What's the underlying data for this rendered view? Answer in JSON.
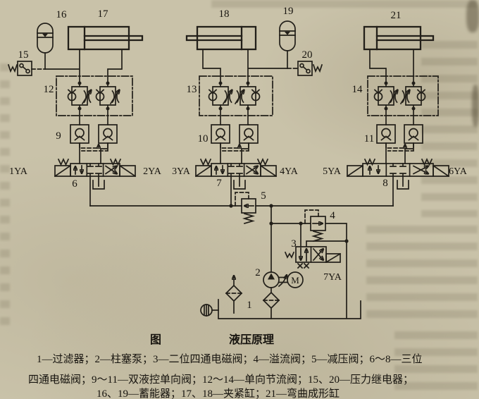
{
  "colors": {
    "paper": "#c9c2a9",
    "ink": "#221f19"
  },
  "figure": {
    "fig_word": "图",
    "title": "液压原理",
    "legend_lines": [
      "1—过滤器；2—柱塞泵；3—二位四通电磁阀；4—溢流阀；5—减压阀；6～8—三位",
      "四通电磁阀；9～11—双液控单向阀；12～14—单向节流阀；15、20—压力继电器；",
      "16、19—蓄能器；17、18—夹紧缸；21—弯曲成形缸"
    ]
  },
  "component_labels": {
    "c1": "1",
    "c2": "2",
    "c3": "3",
    "c4": "4",
    "c5": "5",
    "c6": "6",
    "c7": "7",
    "c8": "8",
    "c9": "9",
    "c10": "10",
    "c11": "11",
    "c12": "12",
    "c13": "13",
    "c14": "14",
    "c15": "15",
    "c16": "16",
    "c17": "17",
    "c18": "18",
    "c19": "19",
    "c20": "20",
    "c21": "21"
  },
  "solenoid_labels": {
    "ya1": "1YA",
    "ya2": "2YA",
    "ya3": "3YA",
    "ya4": "4YA",
    "ya5": "5YA",
    "ya6": "6YA",
    "ya7": "7YA"
  },
  "motor_label": "M"
}
